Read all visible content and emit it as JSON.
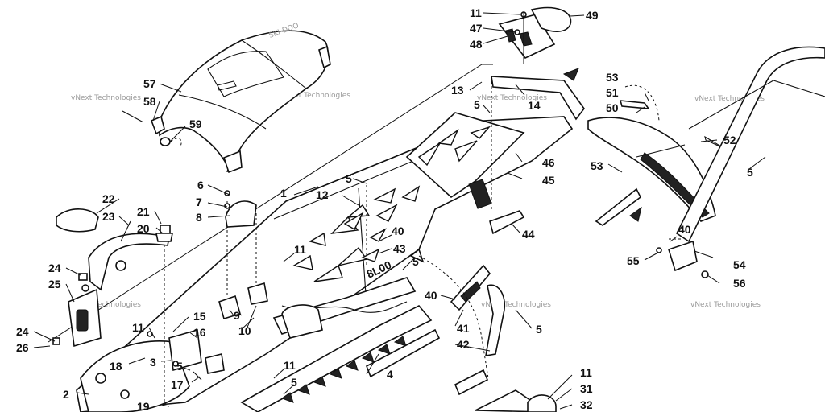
{
  "diagram": {
    "callouts": [
      {
        "id": "c1",
        "text": "1"
      },
      {
        "id": "c2",
        "text": "2"
      },
      {
        "id": "c3",
        "text": "3"
      },
      {
        "id": "c4",
        "text": "4"
      },
      {
        "id": "c5a",
        "text": "5"
      },
      {
        "id": "c5b",
        "text": "5"
      },
      {
        "id": "c5c",
        "text": "5"
      },
      {
        "id": "c5d",
        "text": "5"
      },
      {
        "id": "c5e",
        "text": "5"
      },
      {
        "id": "c5f",
        "text": "5"
      },
      {
        "id": "c5g",
        "text": "5"
      },
      {
        "id": "c6",
        "text": "6"
      },
      {
        "id": "c7",
        "text": "7"
      },
      {
        "id": "c8",
        "text": "8"
      },
      {
        "id": "c9",
        "text": "9"
      },
      {
        "id": "c10",
        "text": "10"
      },
      {
        "id": "c11a",
        "text": "11"
      },
      {
        "id": "c11b",
        "text": "11"
      },
      {
        "id": "c11c",
        "text": "11"
      },
      {
        "id": "c11d",
        "text": "11"
      },
      {
        "id": "c11e",
        "text": "11"
      },
      {
        "id": "c12",
        "text": "12"
      },
      {
        "id": "c13",
        "text": "13"
      },
      {
        "id": "c14",
        "text": "14"
      },
      {
        "id": "c15",
        "text": "15"
      },
      {
        "id": "c16",
        "text": "16"
      },
      {
        "id": "c17",
        "text": "17"
      },
      {
        "id": "c18",
        "text": "18"
      },
      {
        "id": "c19",
        "text": "19"
      },
      {
        "id": "c20",
        "text": "20"
      },
      {
        "id": "c21",
        "text": "21"
      },
      {
        "id": "c22",
        "text": "22"
      },
      {
        "id": "c23",
        "text": "23"
      },
      {
        "id": "c24a",
        "text": "24"
      },
      {
        "id": "c24b",
        "text": "24"
      },
      {
        "id": "c25",
        "text": "25"
      },
      {
        "id": "c26",
        "text": "26"
      },
      {
        "id": "c31",
        "text": "31"
      },
      {
        "id": "c32",
        "text": "32"
      },
      {
        "id": "c40a",
        "text": "40"
      },
      {
        "id": "c40b",
        "text": "40"
      },
      {
        "id": "c40c",
        "text": "40"
      },
      {
        "id": "c41",
        "text": "41"
      },
      {
        "id": "c42",
        "text": "42"
      },
      {
        "id": "c43",
        "text": "43"
      },
      {
        "id": "c44",
        "text": "44"
      },
      {
        "id": "c45",
        "text": "45"
      },
      {
        "id": "c46",
        "text": "46"
      },
      {
        "id": "c47",
        "text": "47"
      },
      {
        "id": "c48",
        "text": "48"
      },
      {
        "id": "c49",
        "text": "49"
      },
      {
        "id": "c50",
        "text": "50"
      },
      {
        "id": "c51",
        "text": "51"
      },
      {
        "id": "c52",
        "text": "52"
      },
      {
        "id": "c53a",
        "text": "53"
      },
      {
        "id": "c53b",
        "text": "53"
      },
      {
        "id": "c54",
        "text": "54"
      },
      {
        "id": "c55",
        "text": "55"
      },
      {
        "id": "c56",
        "text": "56"
      },
      {
        "id": "c57",
        "text": "57"
      },
      {
        "id": "c58",
        "text": "58"
      },
      {
        "id": "c59",
        "text": "59"
      }
    ],
    "watermark": "vNext Technologies",
    "decal_text": "8L00"
  }
}
